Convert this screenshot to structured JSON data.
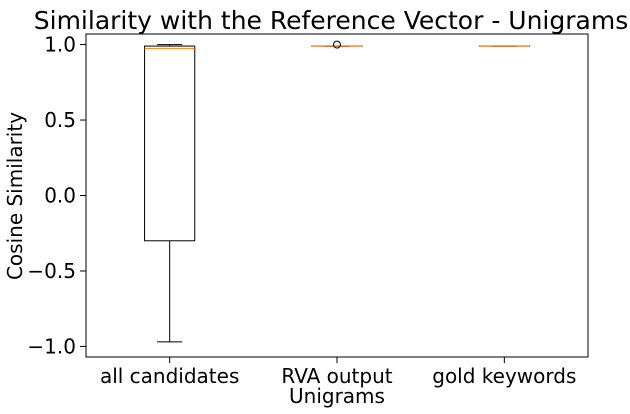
{
  "chart_data": {
    "type": "boxplot",
    "title": "Similarity with the Reference Vector - Unigrams",
    "xlabel": "Unigrams",
    "ylabel": "Cosine Similarity",
    "ylim": [
      -1.07,
      1.07
    ],
    "yticks": [
      1.0,
      0.5,
      0.0,
      -0.5,
      -1.0
    ],
    "ytick_labels": [
      "1.0",
      "0.5",
      "0.0",
      "−0.5",
      "−1.0"
    ],
    "grid": false,
    "categories": [
      "all candidates",
      "RVA output",
      "gold keywords"
    ],
    "boxes": [
      {
        "whisker_low": -0.97,
        "q1": -0.3,
        "median": 0.975,
        "q3": 0.99,
        "whisker_high": 1.0,
        "outliers": []
      },
      {
        "whisker_low": 0.99,
        "q1": 0.99,
        "median": 0.99,
        "q3": 0.99,
        "whisker_high": 0.99,
        "outliers": [
          1.0
        ]
      },
      {
        "whisker_low": 0.99,
        "q1": 0.99,
        "median": 0.99,
        "q3": 0.99,
        "whisker_high": 0.99,
        "outliers": []
      }
    ],
    "colors": {
      "box": "#000000",
      "median": "#ff7f0e",
      "background": "#ffffff"
    }
  }
}
